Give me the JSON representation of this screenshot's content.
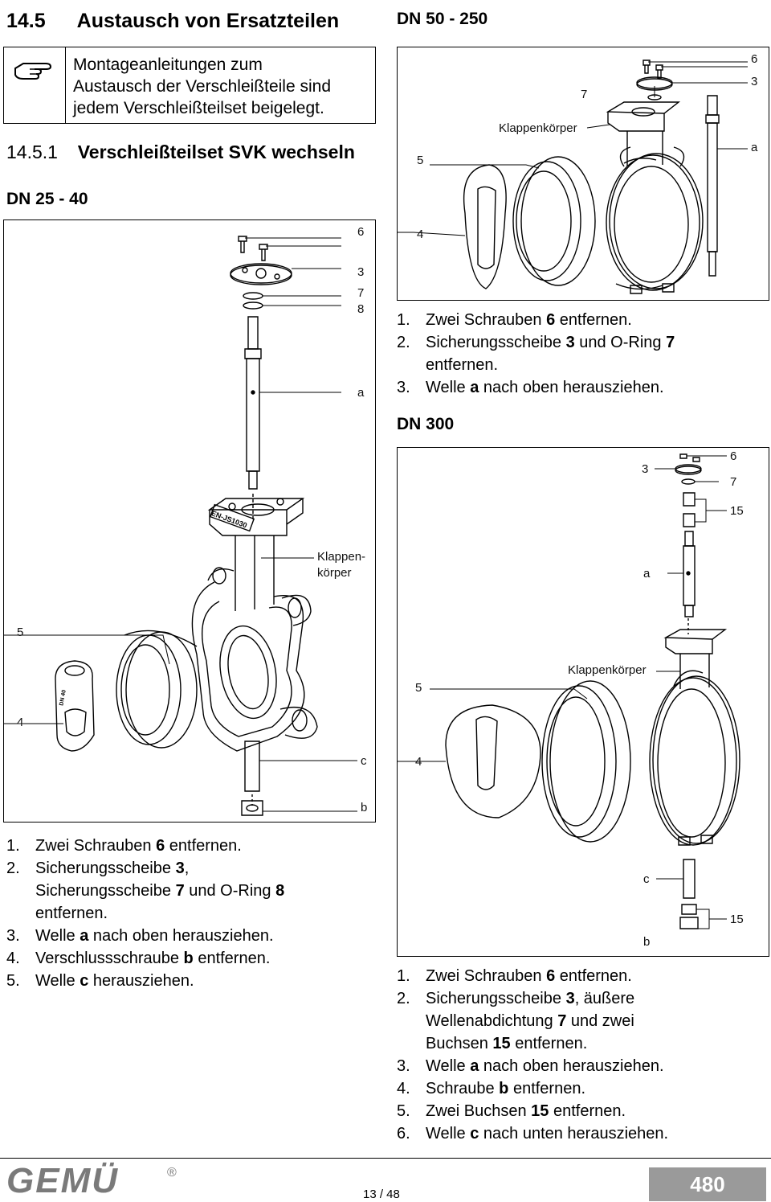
{
  "section": {
    "number": "14.5",
    "title": "Austausch von Ersatzteilen"
  },
  "note": {
    "icon": "pointing-hand-icon",
    "text_lines": [
      "Montageanleitungen zum",
      "Austausch der Verschleißteile sind",
      "jedem Verschleißteilset beigelegt."
    ]
  },
  "subsection": {
    "number": "14.5.1",
    "title": "Verschleißteilset SVK wechseln"
  },
  "dn25_40": {
    "heading": "DN 25 - 40",
    "labels": {
      "l6": "6",
      "l3": "3",
      "l7": "7",
      "l8": "8",
      "la": "a",
      "body": "Klappen-",
      "body2": "körper",
      "l5": "5",
      "l4": "4",
      "lc": "c",
      "lb": "b",
      "marking1": "EN-JS1030",
      "marking2": "DN 40"
    },
    "steps": [
      {
        "num": "1.",
        "parts": [
          "Zwei Schrauben ",
          "6",
          " entfernen."
        ]
      },
      {
        "num": "2.",
        "parts": [
          "Sicherungsscheibe ",
          "3",
          ","
        ]
      },
      {
        "num": "",
        "parts": [
          "Sicherungsscheibe ",
          "7",
          " und O-Ring ",
          "8"
        ]
      },
      {
        "num": "",
        "parts": [
          "entfernen.",
          "",
          ""
        ]
      },
      {
        "num": "3.",
        "parts": [
          "Welle ",
          "a",
          " nach oben herausziehen."
        ]
      },
      {
        "num": "4.",
        "parts": [
          "Verschlussschraube ",
          "b",
          " entfernen."
        ]
      },
      {
        "num": "5.",
        "parts": [
          "Welle ",
          "c",
          " herausziehen."
        ]
      }
    ]
  },
  "dn50_250": {
    "heading": "DN 50 - 250",
    "labels": {
      "l6": "6",
      "l3": "3",
      "l7": "7",
      "la": "a",
      "body": "Klappenkörper",
      "l5": "5",
      "l4": "4"
    },
    "steps": [
      {
        "num": "1.",
        "parts": [
          "Zwei Schrauben ",
          "6",
          " entfernen."
        ]
      },
      {
        "num": "2.",
        "parts": [
          "Sicherungsscheibe ",
          "3",
          " und O-Ring ",
          "7"
        ]
      },
      {
        "num": "",
        "parts": [
          "entfernen.",
          "",
          ""
        ]
      },
      {
        "num": "3.",
        "parts": [
          "Welle ",
          "a",
          " nach oben herausziehen."
        ]
      }
    ]
  },
  "dn300": {
    "heading": "DN 300",
    "labels": {
      "l6": "6",
      "l3": "3",
      "l7": "7",
      "l15": "15",
      "la": "a",
      "body": "Klappenkörper",
      "l5": "5",
      "l4": "4",
      "lc": "c",
      "lb": "b",
      "l15b": "15"
    },
    "steps": [
      {
        "num": "1.",
        "parts": [
          "Zwei Schrauben ",
          "6",
          " entfernen."
        ]
      },
      {
        "num": "2.",
        "parts": [
          "Sicherungsscheibe ",
          "3",
          ", äußere"
        ]
      },
      {
        "num": "",
        "parts": [
          "Wellenabdichtung ",
          "7",
          " und zwei"
        ]
      },
      {
        "num": "",
        "parts": [
          "Buchsen ",
          "15",
          " entfernen."
        ]
      },
      {
        "num": "3.",
        "parts": [
          "Welle ",
          "a",
          " nach oben herausziehen."
        ]
      },
      {
        "num": "4.",
        "parts": [
          "Schraube ",
          "b",
          " entfernen."
        ]
      },
      {
        "num": "5.",
        "parts": [
          "Zwei Buchsen ",
          "15",
          " entfernen."
        ]
      },
      {
        "num": "6.",
        "parts": [
          "Welle ",
          "c",
          " nach unten herausziehen."
        ]
      }
    ]
  },
  "footer": {
    "logo": "GEMÜ",
    "registered": "®",
    "page": "13 / 48",
    "badge": "480"
  }
}
